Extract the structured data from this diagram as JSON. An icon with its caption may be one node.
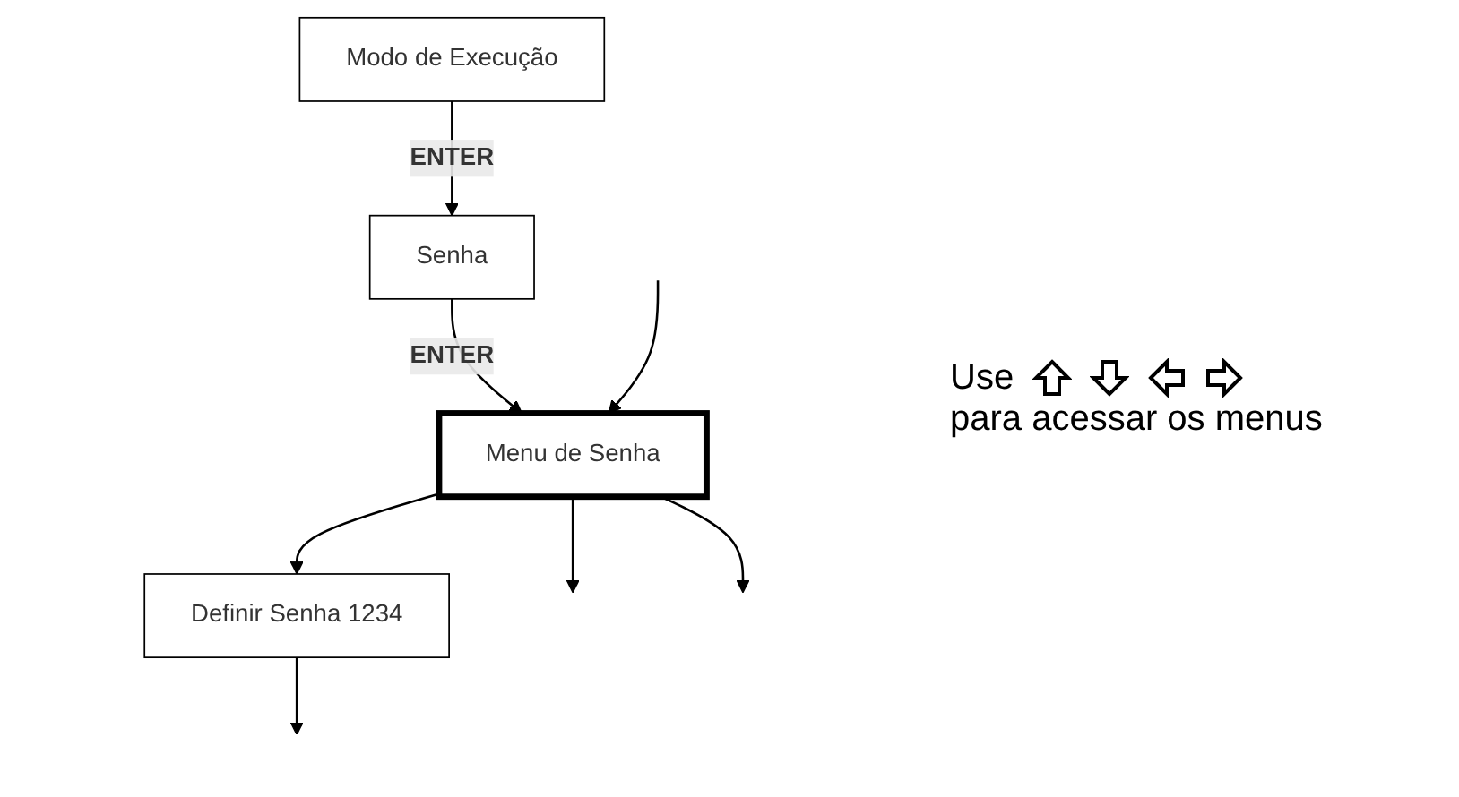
{
  "diagram": {
    "nodes": [
      {
        "text": [
          "Modo de Execução"
        ]
      },
      {
        "text": [
          "Senha"
        ]
      },
      {
        "text": [
          "Menu de Senha"
        ]
      },
      {
        "text": [
          "Definir Senha 1234"
        ]
      }
    ],
    "edges": [
      {
        "from": 0,
        "to": 1,
        "arrow": "to",
        "label": "ENTER"
      },
      {
        "from": 1,
        "to": 2,
        "arrow": "to",
        "label": "ENTER"
      },
      {
        "from": null,
        "to": 2,
        "arrow": "to"
      },
      {
        "from": 2,
        "to": null,
        "arrow": "to"
      },
      {
        "from": 2,
        "to": null,
        "arrow": "to"
      },
      {
        "from": 2,
        "to": 3,
        "arrow": "to"
      },
      {
        "from": 3,
        "to": null,
        "arrow": "to"
      }
    ],
    "labels": [
      "Use",
      "para acessar os menus"
    ]
  }
}
